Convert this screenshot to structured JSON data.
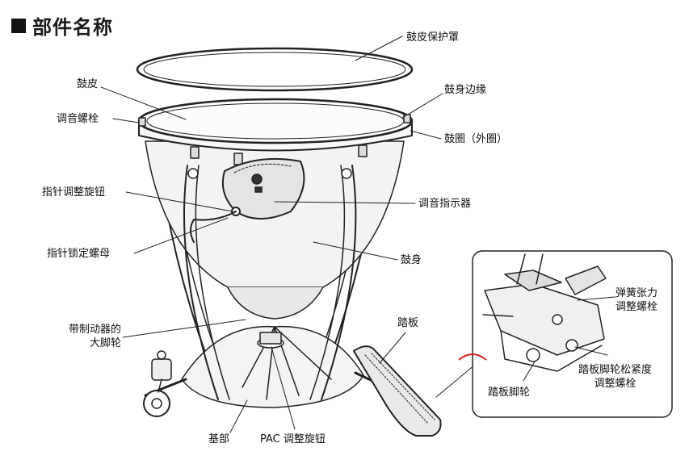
{
  "heading": {
    "text": "部件名称"
  },
  "labels": {
    "head_cover": "鼓皮保护罩",
    "drum_head": "鼓皮",
    "shell_edge": "鼓身边缘",
    "tuning_bolt": "调音螺栓",
    "hoop": "鼓圈（外圈）",
    "pointer_knob": "指针调整旋钮",
    "tuning_indicator": "调音指示器",
    "pointer_lock_nut": "指针锁定螺母",
    "shell": "鼓身",
    "caster_brake_l1": "带制动器的",
    "caster_brake_l2": "大脚轮",
    "pedal": "踏板",
    "base": "基部",
    "pac_knob": "PAC 调整旋钮",
    "spring_tension_l1": "弹簧张力",
    "spring_tension_l2": "调整螺栓",
    "pedal_caster": "踏板脚轮",
    "caster_tightness_l1": "踏板脚轮松紧度",
    "caster_tightness_l2": "调整螺栓"
  },
  "colors": {
    "line": "#222222",
    "shell_fill": "#f3f3f3",
    "accent_red": "#d62020"
  }
}
